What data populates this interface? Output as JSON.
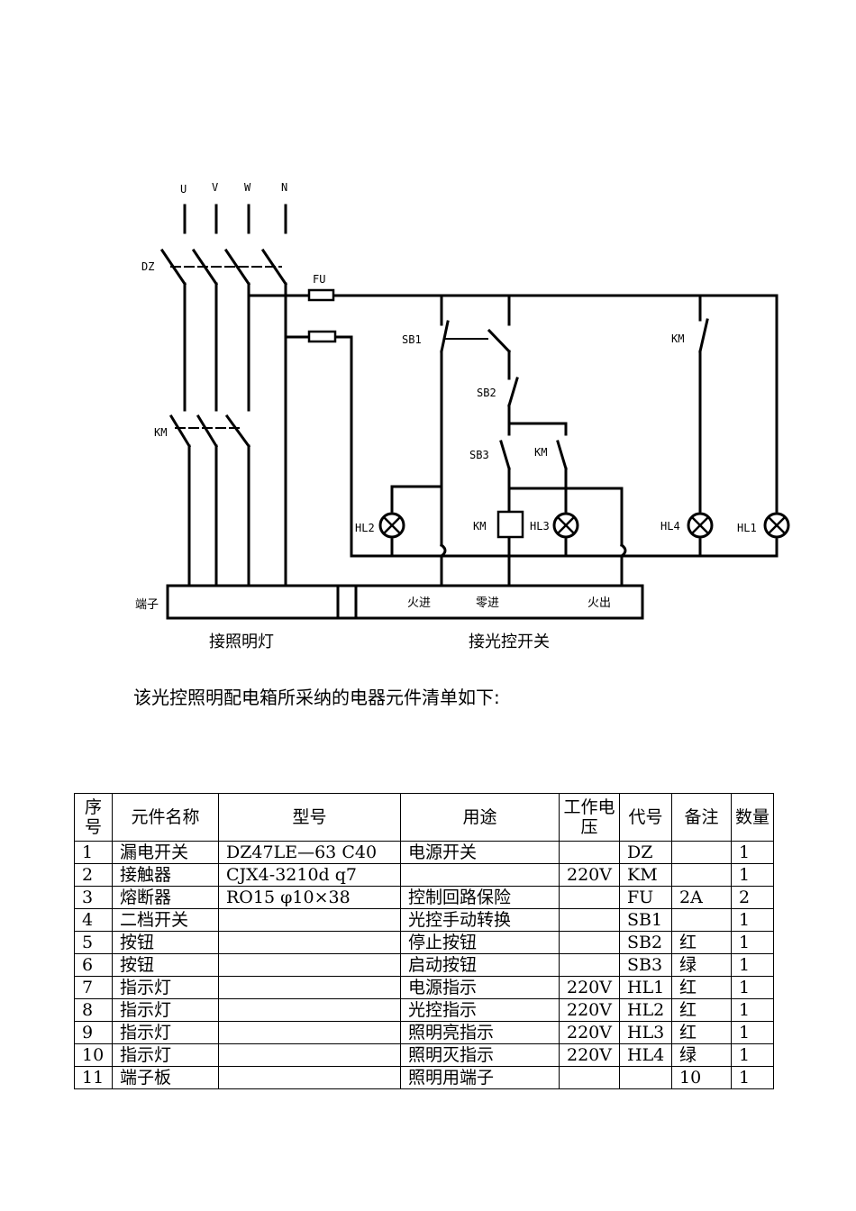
{
  "diagram": {
    "phase_labels": [
      "U",
      "V",
      "W",
      "N"
    ],
    "labels": {
      "dz": "DZ",
      "fu": "FU",
      "km_main": "KM",
      "sb1": "SB1",
      "sb2": "SB2",
      "sb3": "SB3",
      "km_aux": "KM",
      "km_right": "KM",
      "hl2": "HL2",
      "km_coil": "KM",
      "hl3": "HL3",
      "hl4": "HL4",
      "hl1": "HL1",
      "terminal": "端子",
      "fire_in": "火进",
      "neutral_in": "零进",
      "fire_out": "火出",
      "connect_light": "接照明灯",
      "connect_switch": "接光控开关"
    }
  },
  "intro_text": "该光控照明配电箱所采纳的电器元件清单如下:",
  "table": {
    "headers": [
      "序号",
      "元件名称",
      "型号",
      "用途",
      "工作电压",
      "代号",
      "备注",
      "数量"
    ],
    "rows": [
      [
        "1",
        "漏电开关",
        "DZ47LE—63  C40",
        "电源开关",
        "",
        "DZ",
        "",
        "1"
      ],
      [
        "2",
        "接触器",
        "CJX4-3210d  q7",
        "",
        "220V",
        "KM",
        "",
        "1"
      ],
      [
        "3",
        "熔断器",
        "RO15 φ10×38",
        "控制回路保险",
        "",
        "FU",
        "2A",
        "2"
      ],
      [
        "4",
        "二档开关",
        "",
        "光控手动转换",
        "",
        "SB1",
        "",
        "1"
      ],
      [
        "5",
        "按钮",
        "",
        "停止按钮",
        "",
        "SB2",
        "红",
        "1"
      ],
      [
        "6",
        "按钮",
        "",
        "启动按钮",
        "",
        "SB3",
        "绿",
        "1"
      ],
      [
        "7",
        "指示灯",
        "",
        "电源指示",
        "220V",
        "HL1",
        "红",
        "1"
      ],
      [
        "8",
        "指示灯",
        "",
        "光控指示",
        "220V",
        "HL2",
        "红",
        "1"
      ],
      [
        "9",
        "指示灯",
        "",
        "照明亮指示",
        "220V",
        "HL3",
        "红",
        "1"
      ],
      [
        "10",
        "指示灯",
        "",
        "照明灭指示",
        "220V",
        "HL4",
        "绿",
        "1"
      ],
      [
        "11",
        "端子板",
        "",
        "照明用端子",
        "",
        "",
        "10",
        "1"
      ]
    ]
  }
}
